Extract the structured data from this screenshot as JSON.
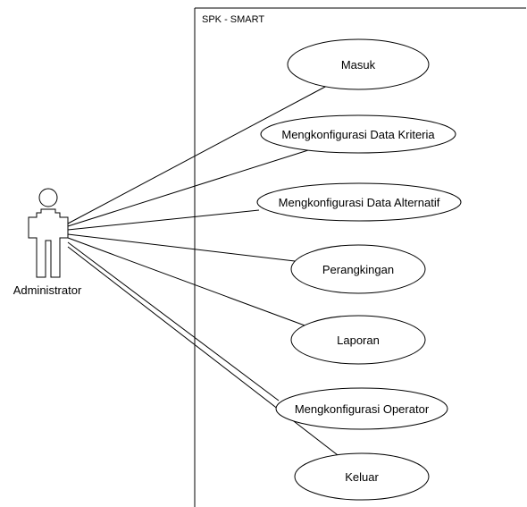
{
  "system_boundary": {
    "title": "SPK - SMART"
  },
  "actor": {
    "name": "Administrator"
  },
  "use_cases": [
    {
      "id": "masuk",
      "label": "Masuk"
    },
    {
      "id": "konfig-kriteria",
      "label": "Mengkonfigurasi Data Kriteria"
    },
    {
      "id": "konfig-alternatif",
      "label": "Mengkonfigurasi Data Alternatif"
    },
    {
      "id": "perangkingan",
      "label": "Perangkingan"
    },
    {
      "id": "laporan",
      "label": "Laporan"
    },
    {
      "id": "konfig-operator",
      "label": "Mengkonfigurasi Operator"
    },
    {
      "id": "keluar",
      "label": "Keluar"
    }
  ]
}
